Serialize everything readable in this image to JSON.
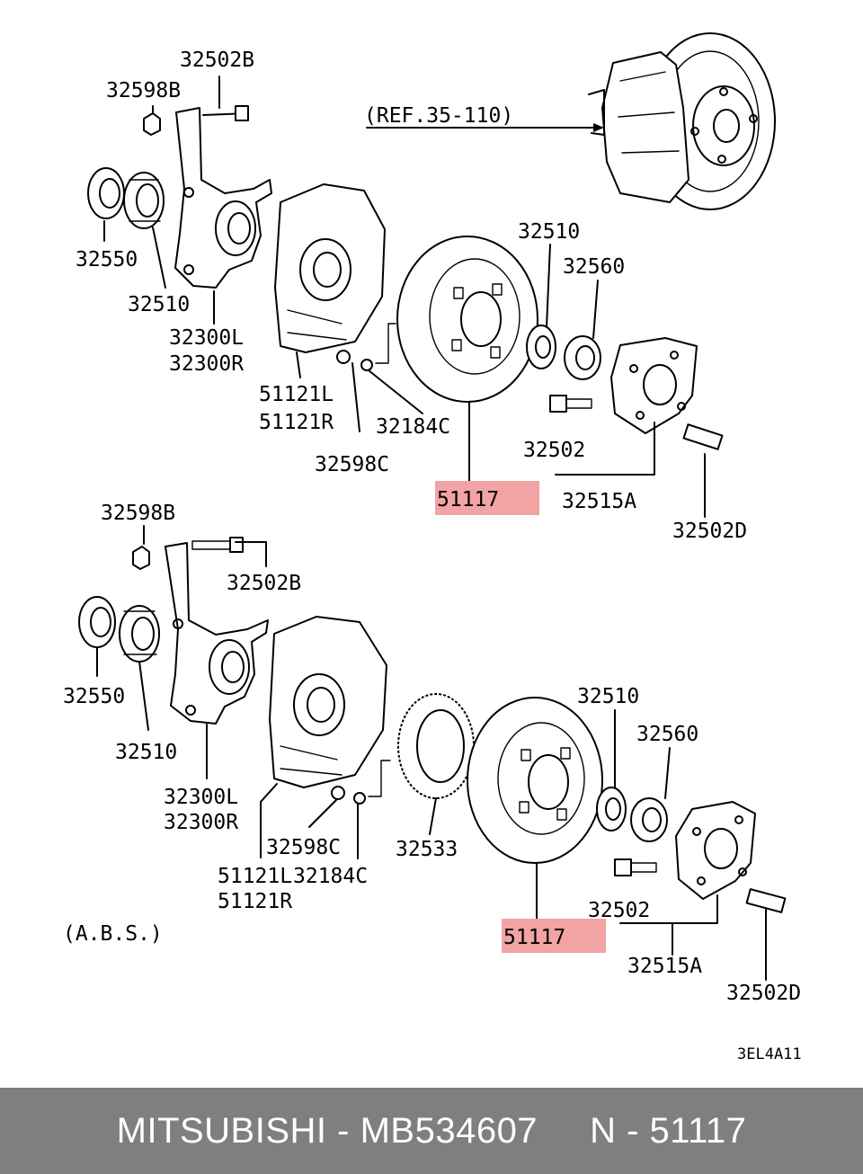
{
  "diagram": {
    "ref_label": "(REF.35-110)",
    "top": {
      "l_32502B": "32502B",
      "l_32598B": "32598B",
      "l_32550": "32550",
      "l_32510_left": "32510",
      "l_32300L": "32300L",
      "l_32300R": "32300R",
      "l_51121L": "51121L",
      "l_51121R": "51121R",
      "l_32184C": "32184C",
      "l_32598C": "32598C",
      "l_51117": "51117",
      "l_32510_right": "32510",
      "l_32560": "32560",
      "l_32502": "32502",
      "l_32515A": "32515A",
      "l_32502D": "32502D"
    },
    "bottom": {
      "l_32598B": "32598B",
      "l_32502B": "32502B",
      "l_32550": "32550",
      "l_32510_left": "32510",
      "l_32300L": "32300L",
      "l_32300R": "32300R",
      "l_32598C": "32598C",
      "l_51121L": "51121L",
      "l_51121R": "51121R",
      "l_32184C": "32184C",
      "l_32533": "32533",
      "l_51117": "51117",
      "l_32510_right": "32510",
      "l_32560": "32560",
      "l_32502": "32502",
      "l_32515A": "32515A",
      "l_32502D": "32502D"
    },
    "abs_label": "(A.B.S.)",
    "code": "3EL4A11",
    "highlight_color": "#f2a3a3"
  },
  "footer": {
    "text": "MITSUBISHI - MB534607     N - 51117"
  }
}
